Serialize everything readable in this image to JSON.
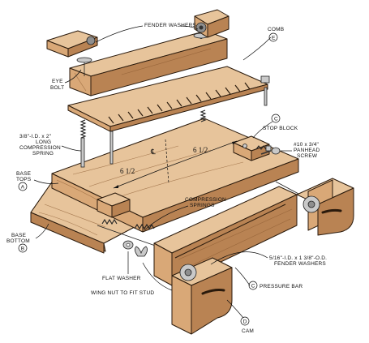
{
  "labels": {
    "fender_washers": "FENDER WASHERS",
    "comb_line1": "COMB",
    "comb_letter": "E",
    "eye_bolt_line1": "EYE",
    "eye_bolt_line2": "BOLT",
    "stop_block_letter": "C",
    "stop_block": "STOP BLOCK",
    "spring_long_line1": "3/8\"-I.D. x 2\"",
    "spring_long_line2": "LONG",
    "spring_long_line3": "COMPRESSION",
    "spring_long_line4": "SPRING",
    "screw_line1": "#10 x 3/4\"",
    "screw_line2": "PANHEAD",
    "screw_line3": "SCREW",
    "dim_left": "6 1/2",
    "dim_right": "6 1/2",
    "centerline": "℄",
    "base_tops_line1": "BASE",
    "base_tops_line2": "TOPS",
    "base_tops_letter": "A",
    "compression_springs_line1": "COMPRESSION",
    "compression_springs_line2": "SPRINGS",
    "base_bottom_line1": "BASE",
    "base_bottom_line2": "BOTTOM",
    "base_bottom_letter": "B",
    "fender_washers2_line1": "5/16\"-I.D. x 1 3/8\"-O.D.",
    "fender_washers2_line2": "FENDER WASHERS",
    "flat_washer": "FLAT WASHER",
    "pressure_bar": "PRESSURE BAR",
    "pressure_bar_letter": "C",
    "wing_nut": "WING NUT TO FIT STUD",
    "cam_letter": "D",
    "cam": "CAM"
  },
  "colors": {
    "wood": "#d9a877",
    "wood_light": "#e7c49b",
    "wood_dark": "#b98353",
    "metal": "#c9c9c9",
    "ink": "#111111"
  }
}
